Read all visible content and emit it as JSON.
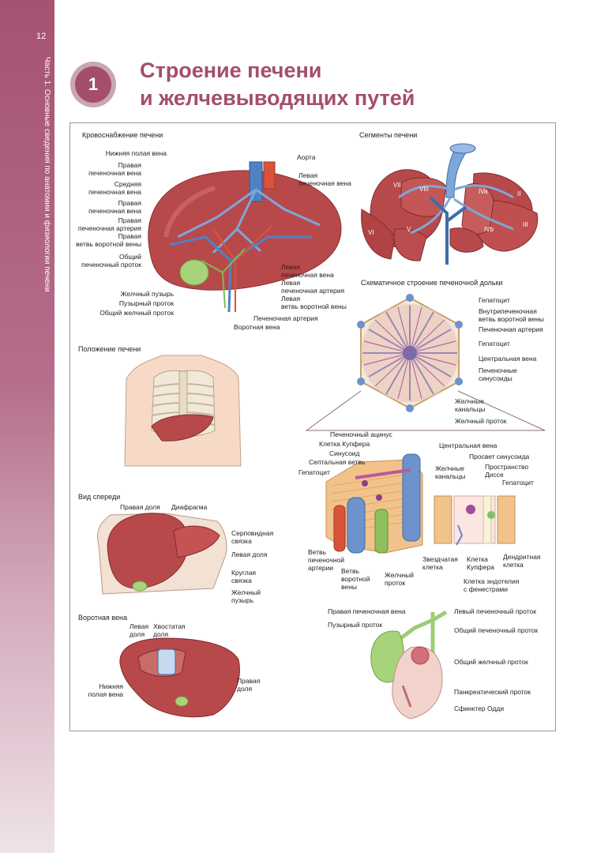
{
  "page": {
    "number": "12",
    "chapter": "Часть 1. Основные сведения по анатомии и физиологии печени"
  },
  "header": {
    "badge": "1",
    "title_line1": "Строение печени",
    "title_line2": "и желчевыводящих путей"
  },
  "blood": {
    "title": "Кровоснабжение печени",
    "ivc": "Нижняя полая вена",
    "right_hv": [
      "Правая",
      "печеночная вена"
    ],
    "mid_hv": [
      "Средняя",
      "печеночная вена"
    ],
    "right_hv2": [
      "Правая",
      "печеночная вена"
    ],
    "right_ha": [
      "Правая",
      "печеночная артерия"
    ],
    "right_pv": [
      "Правая",
      "ветвь воротной вены"
    ],
    "common_hd": [
      "Общий",
      "печеночный проток"
    ],
    "gallbladder": "Желчный пузырь",
    "cystic": "Пузырный проток",
    "cbd": "Общий желчный проток",
    "aorta": "Аорта",
    "left_hv": [
      "Левая",
      "печеночная вена"
    ],
    "left_hv2": [
      "Левая",
      "печеночная вена"
    ],
    "left_ha": [
      "Левая",
      "печеночная артерия"
    ],
    "left_pv": [
      "Левая",
      "ветвь воротной вены"
    ],
    "ha": "Печеночная артерия",
    "pv": "Воротная вена"
  },
  "segments": {
    "title": "Сегменты печени",
    "labels": [
      "VII",
      "VIII",
      "IVa",
      "II",
      "VI",
      "V",
      "IVb",
      "III"
    ]
  },
  "lobule": {
    "title": "Схематичное строение печеночной дольки",
    "hepatocyte": "Гепатоцит",
    "intra_pv": [
      "Внутрипеченочная",
      "ветвь воротной вены"
    ],
    "ha": "Печеночная артерия",
    "hepatocyte2": "Гепатоцит",
    "central": "Центральная вена",
    "sinusoids": [
      "Печеночные",
      "синусоиды"
    ],
    "canaliculi": [
      "Желчные",
      "канальцы"
    ],
    "duct": "Желчный проток"
  },
  "position": {
    "title": "Положение печени"
  },
  "front": {
    "title": "Вид спереди",
    "right_lobe": "Правая доля",
    "diaphragm": "Диафрагма",
    "falciform": [
      "Серповидная",
      "связка"
    ],
    "left_lobe": "Левая доля",
    "round": [
      "Круглая",
      "связка"
    ],
    "gb": [
      "Желчный",
      "пузырь"
    ]
  },
  "portal": {
    "title": "Воротная вена",
    "left_lobe": [
      "Левая",
      "доля"
    ],
    "caudate": [
      "Хвостатая",
      "доля"
    ],
    "ivc": [
      "Нижняя",
      "полая вена"
    ],
    "right_lobe": [
      "Правая",
      "доля"
    ]
  },
  "acinus": {
    "acinus": "Печеночный ацинус",
    "kupffer": "Клетка Купфера",
    "sinusoid": "Синусоид",
    "septal": "Септальная ветвь",
    "hepatocyte": "Гепатоцит",
    "central": "Центральная вена",
    "lumen": "Просвет синусоида",
    "canaliculi": [
      "Желчные",
      "канальцы"
    ],
    "disse": [
      "Пространство",
      "Диссе"
    ],
    "hepatocyte2": "Гепатоцит",
    "ha_branch": [
      "Ветвь",
      "печеночной",
      "артерии"
    ],
    "pv_branch": [
      "Ветвь",
      "воротной",
      "вены"
    ],
    "bile_duct": [
      "Желчный",
      "проток"
    ],
    "stellate": [
      "Звездчатая",
      "клетка"
    ],
    "kupffer2": [
      "Клетка",
      "Купфера"
    ],
    "endothelial": [
      "Клетка эндотелия",
      "с фенестрами"
    ],
    "dendritic": [
      "Дендритная",
      "клетка"
    ]
  },
  "ducts": {
    "right_hd": "Правая печеночная вена",
    "left_hd": "Левый печеночный проток",
    "cystic": "Пузырный проток",
    "common_hd": "Общий печеночный проток",
    "cbd": "Общий желчный проток",
    "pancreatic": "Панкреатический проток",
    "oddi": "Сфинктер Одди"
  },
  "colors": {
    "sidebar": "#a65273",
    "accent": "#a44e6c",
    "liver": "#b8494a",
    "vein_blue": "#4f82c4",
    "artery_red": "#d9533a",
    "bile_green": "#8fbf5e"
  }
}
